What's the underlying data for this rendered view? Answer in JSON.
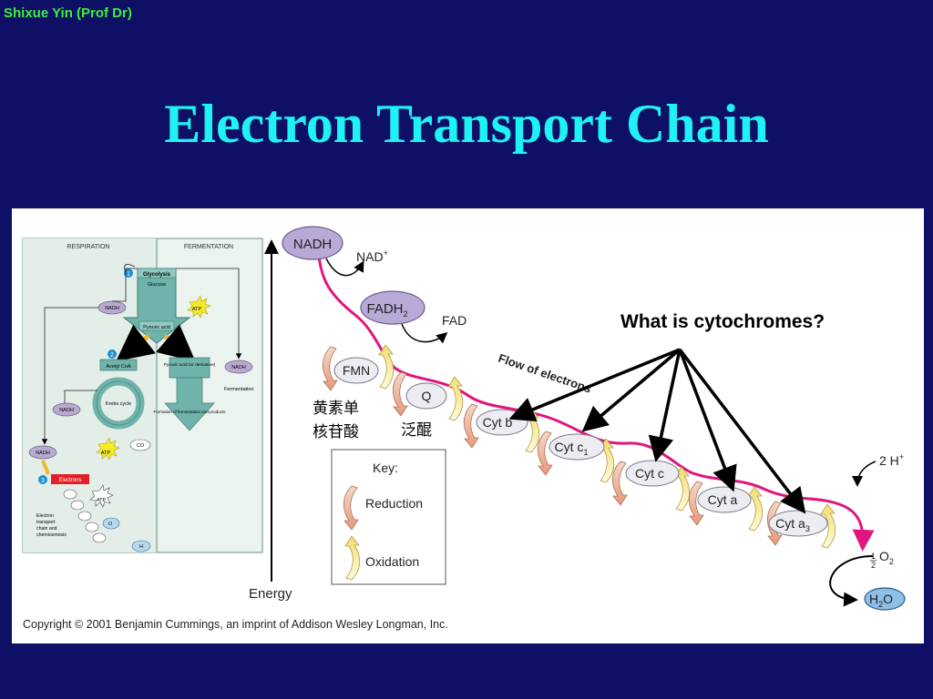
{
  "slide": {
    "author": "Shixue Yin (Prof Dr)",
    "title": "Electron Transport Chain"
  },
  "figure": {
    "question": "What is cytochromes?",
    "copyright": "Copyright © 2001 Benjamin Cummings, an imprint of Addison Wesley Longman, Inc.",
    "energy_label": "Energy",
    "flow_label": "Flow of electrons",
    "carriers": {
      "nadh": "NADH",
      "nad_plus": "NAD",
      "fadh2": "FADH",
      "fad": "FAD",
      "fmn": "FMN",
      "q": "Q",
      "cyt_b": "Cyt b",
      "cyt_c1": "Cyt c",
      "cyt_c": "Cyt c",
      "cyt_a": "Cyt a",
      "cyt_a3": "Cyt a",
      "two_h_plus": "2 H",
      "o2": "O",
      "h2o": "H"
    },
    "chinese_fmn": [
      "黄素单",
      "核苷酸"
    ],
    "chinese_q": "泛醌",
    "key": {
      "title": "Key:",
      "reduction": "Reduction",
      "oxidation": "Oxidation"
    },
    "overview": {
      "respiration": "RESPIRATION",
      "fermentation": "FERMENTATION",
      "glycolysis": "Glycolysis",
      "glucose": "Glucose",
      "pyruvic_acid": "Pyruvic acid",
      "acetyl_coa": "Acetyl CoA",
      "krebs": "Krebs cycle",
      "nadh": "NADH",
      "atp": "ATP",
      "co2": "CO",
      "electrons": "Electrons",
      "etc_text": "Electron transport chain and chemiosmosis",
      "h2o": "H",
      "o2": "O",
      "pyruvic_derivatives": "Pyruvic acid (or derivative)",
      "fermentation_label": "Fermentation",
      "formation": "Formation of fermentation end-products",
      "step1": "1",
      "step2": "2",
      "step3": "3"
    }
  }
}
